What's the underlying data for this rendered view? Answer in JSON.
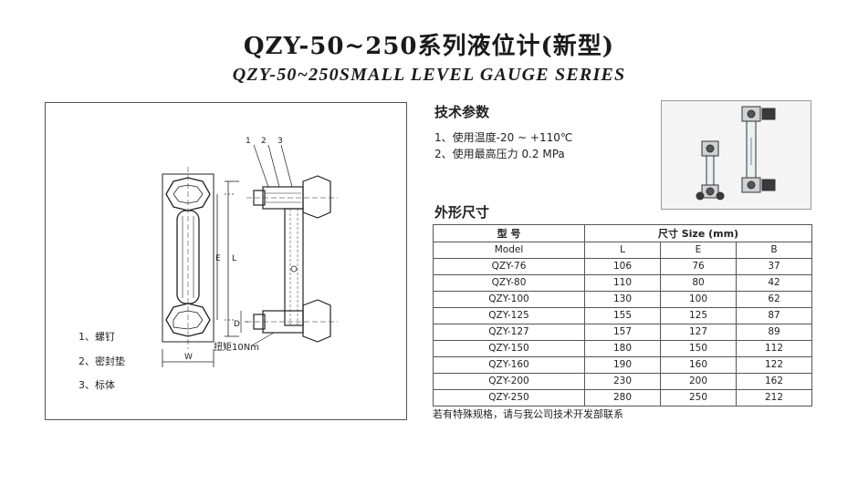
{
  "header": {
    "title_cn": "QZY-50~250系列液位计(新型)",
    "title_en": "QZY-50~250SMALL LEVEL GAUGE SERIES"
  },
  "drawing": {
    "callouts": [
      "1",
      "2",
      "3"
    ],
    "dim_e": "E",
    "dim_l": "L",
    "dim_d": "D",
    "dim_w": "W",
    "torque_label": "扭矩10Nm",
    "legend": [
      {
        "num": "1、",
        "label": "螺钉"
      },
      {
        "num": "2、",
        "label": "密封垫"
      },
      {
        "num": "3、",
        "label": "标体"
      }
    ]
  },
  "specs": {
    "heading": "技术参数",
    "lines": [
      "1、使用温度-20 ~ +110℃",
      "2、使用最高压力 0.2 MPa"
    ]
  },
  "photo": {
    "icon": "level-gauge-photo-icon"
  },
  "size_table": {
    "heading": "外形尺寸",
    "model_head_cn": "型 号",
    "model_head_en": "Model",
    "size_head": "尺寸 Size (mm)",
    "columns": [
      "L",
      "E",
      "B"
    ],
    "rows": [
      {
        "model": "QZY-76",
        "L": "106",
        "E": "76",
        "B": "37"
      },
      {
        "model": "QZY-80",
        "L": "110",
        "E": "80",
        "B": "42"
      },
      {
        "model": "QZY-100",
        "L": "130",
        "E": "100",
        "B": "62"
      },
      {
        "model": "QZY-125",
        "L": "155",
        "E": "125",
        "B": "87"
      },
      {
        "model": "QZY-127",
        "L": "157",
        "E": "127",
        "B": "89"
      },
      {
        "model": "QZY-150",
        "L": "180",
        "E": "150",
        "B": "112"
      },
      {
        "model": "QZY-160",
        "L": "190",
        "E": "160",
        "B": "122"
      },
      {
        "model": "QZY-200",
        "L": "230",
        "E": "200",
        "B": "162"
      },
      {
        "model": "QZY-250",
        "L": "280",
        "E": "250",
        "B": "212"
      }
    ],
    "note": "若有特殊规格，请与我公司技术开发部联系"
  }
}
